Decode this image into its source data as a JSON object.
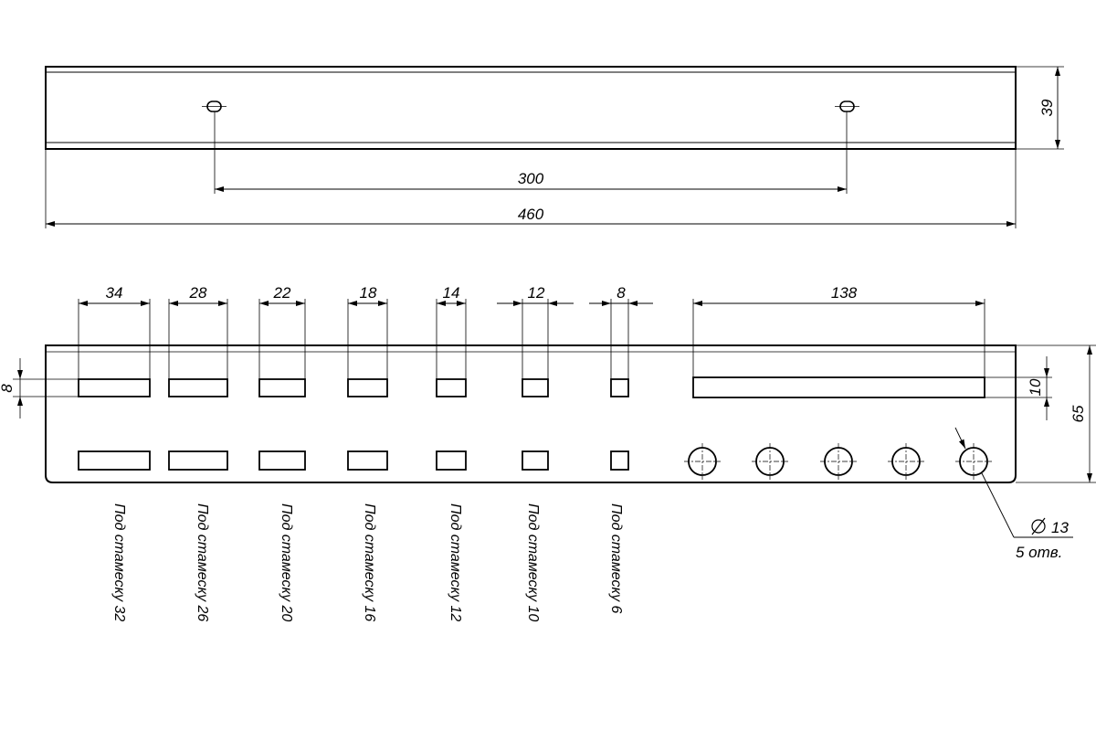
{
  "top_view": {
    "dim_height": "39",
    "dim_hole_spacing": "300",
    "dim_length": "460"
  },
  "front_view": {
    "dim_slot_height": "8",
    "dim_long_slot_height": "10",
    "dim_total_height": "65",
    "long_slot_width": "138",
    "slots": [
      {
        "width": "34",
        "label": "Под стамеску 32"
      },
      {
        "width": "28",
        "label": "Под стамеску 26"
      },
      {
        "width": "22",
        "label": "Под стамеску 20"
      },
      {
        "width": "18",
        "label": "Под стамеску 16"
      },
      {
        "width": "14",
        "label": "Под стамеску 12"
      },
      {
        "width": "12",
        "label": "Под стамеску 10"
      },
      {
        "width": "8",
        "label": "Под стамеску 6"
      }
    ],
    "holes": {
      "diameter": "13",
      "count_label": "5 отв."
    }
  }
}
